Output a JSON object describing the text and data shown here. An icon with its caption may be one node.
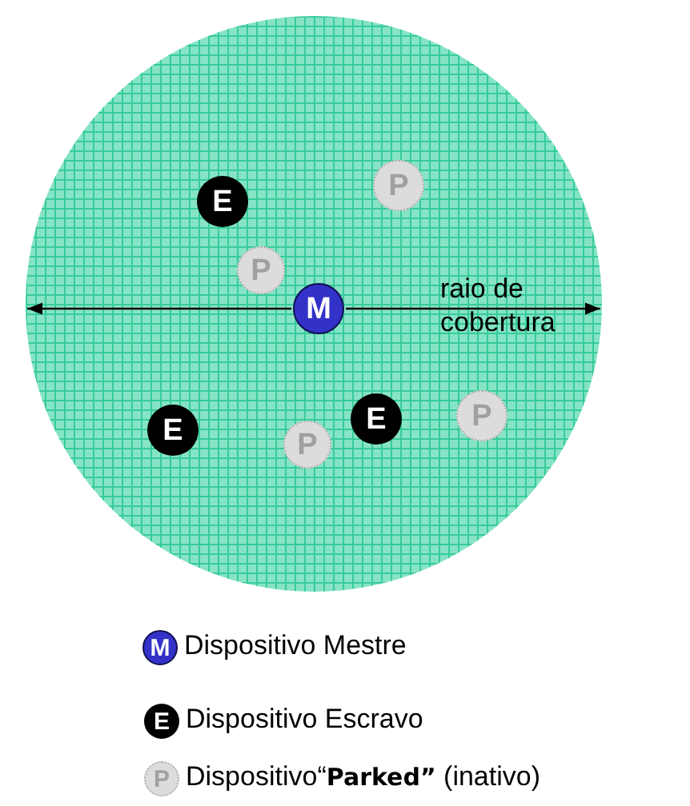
{
  "diagram": {
    "nodes": [
      {
        "text": [],
        "shape": "circle"
      },
      {
        "text": [
          "P"
        ],
        "in": 0
      },
      {
        "text": [
          "E"
        ],
        "in": 0
      },
      {
        "text": [
          "P"
        ],
        "in": 0
      },
      {
        "text": [
          "M"
        ],
        "in": 0
      },
      {
        "text": [
          "P"
        ],
        "in": 0
      },
      {
        "text": [
          "E"
        ],
        "in": 0
      },
      {
        "text": [
          "E"
        ],
        "in": 0
      },
      {
        "text": [
          "P"
        ],
        "in": 0
      },
      {
        "text": [
          "M"
        ],
        "beside": [
          "Dispositivo Mestre"
        ]
      },
      {
        "text": [
          "E"
        ],
        "beside": [
          "Dispositivo Escravo"
        ]
      },
      {
        "text": [
          "P"
        ],
        "beside": [
          "Dispositivo“**Parked”**  (inativo)"
        ]
      }
    ],
    "edges": [
      {
        "from": 4,
        "to": 0,
        "arrow": "to"
      },
      {
        "from": 4,
        "to": 0,
        "arrow": "to"
      }
    ],
    "labels": [
      "raio de cobertura"
    ]
  }
}
